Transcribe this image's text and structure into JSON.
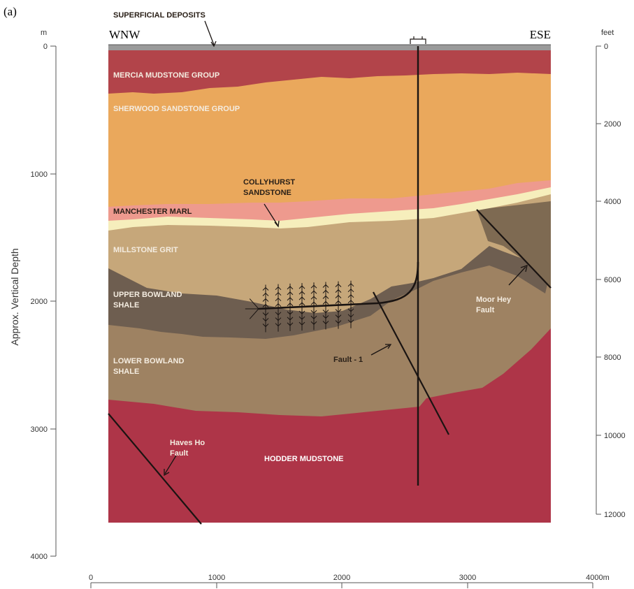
{
  "panel_label": "(a)",
  "orientation": {
    "left": "WNW",
    "right": "ESE"
  },
  "superficial_label": "SUPERFICIAL DEPOSITS",
  "left_axis": {
    "unit": "m",
    "title": "Approx. Vertical Depth",
    "ticks": [
      "0",
      "1000",
      "2000",
      "3000",
      "4000"
    ]
  },
  "right_axis": {
    "unit": "feet",
    "ticks": [
      "0",
      "2000",
      "4000",
      "6000",
      "8000",
      "10000",
      "12000"
    ]
  },
  "bottom_axis": {
    "ticks": [
      "0",
      "1000",
      "2000",
      "3000",
      "4000m"
    ]
  },
  "units": {
    "mercia": "MERCIA MUDSTONE GROUP",
    "sherwood": "SHERWOOD SANDSTONE GROUP",
    "collyhurst_1": "COLLYHURST",
    "collyhurst_2": "SANDSTONE",
    "manchester": "MANCHESTER MARL",
    "millstone": "MILLSTONE GRIT",
    "upper_1": "UPPER BOWLAND",
    "upper_2": "SHALE",
    "lower_1": "LOWER BOWLAND",
    "lower_2": "SHALE",
    "hodder": "HODDER MUDSTONE"
  },
  "faults": {
    "haves_1": "Haves Ho",
    "haves_2": "Fault",
    "fault1": "Fault - 1",
    "moor_1": "Moor Hey",
    "moor_2": "Fault"
  },
  "colors": {
    "mercia": "#b2444a",
    "sherwood": "#eaa85c",
    "manchester": "#ee9a8e",
    "collyhurst": "#f6eebc",
    "millstone": "#c6a77a",
    "upper_bowland": "#6e5e50",
    "lower_bowland": "#9e8262",
    "hodder": "#ae3548",
    "superficial": "#9a9a9a"
  }
}
